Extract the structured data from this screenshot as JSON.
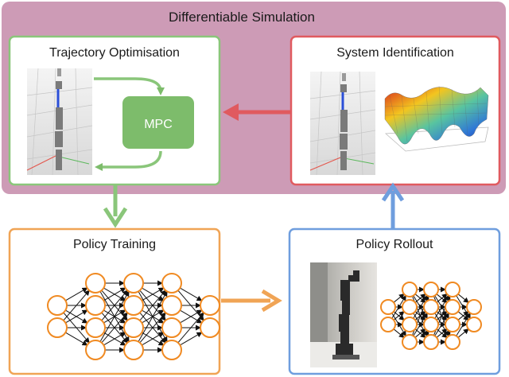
{
  "diagram": {
    "title": "Differentiable Simulation",
    "boxes": {
      "trajectory_optimisation": {
        "label": "Trajectory Optimisation"
      },
      "mpc": {
        "label": "MPC"
      },
      "system_identification": {
        "label": "System Identification"
      },
      "policy_training": {
        "label": "Policy Training"
      },
      "policy_rollout": {
        "label": "Policy Rollout"
      }
    },
    "colors": {
      "sim_region": "#cd9bb6",
      "traj_border": "#8ac67a",
      "mpc_fill": "#7dbc6b",
      "sysid_border": "#e05a5f",
      "train_border": "#f0a455",
      "rollout_border": "#6f9ede",
      "neuron_orange": "#f08a22"
    },
    "icons": [
      "robot-arm-render-icon",
      "loss-surface-icon",
      "robot-arm-photo-icon",
      "neural-network-icon"
    ]
  }
}
